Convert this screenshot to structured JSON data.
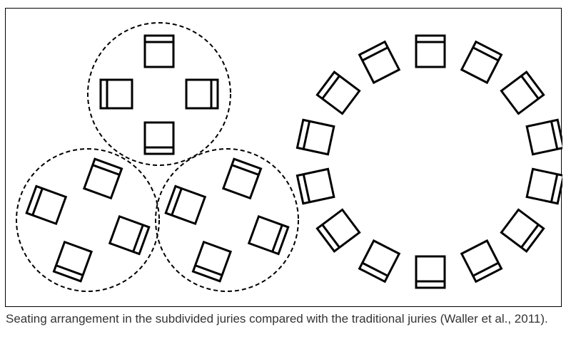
{
  "caption": "Seating arrangement in the subdivided juries compared with the traditional juries (Waller et al., 2011).",
  "colors": {
    "line": "#000000",
    "background": "#ffffff",
    "caption": "#333333"
  },
  "diagram": {
    "subdivided_juries": {
      "groups": 3,
      "chairs_per_group": 4,
      "group_outline": "dashed-circle"
    },
    "traditional_jury": {
      "chairs": 14,
      "arrangement": "ring"
    }
  }
}
